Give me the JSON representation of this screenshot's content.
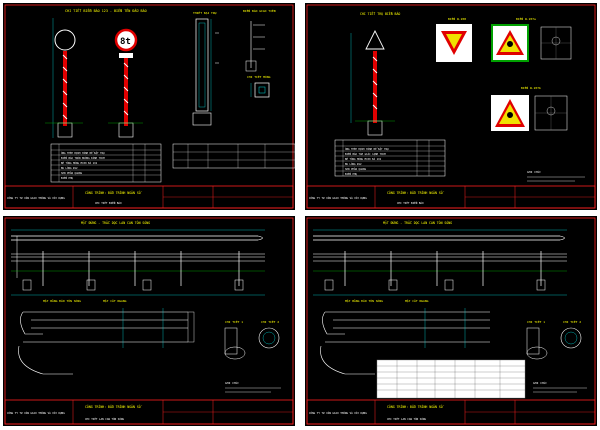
{
  "sheets": [
    {
      "id": "signpost",
      "titles": {
        "main": "CHI TIẾT BIỂN BÁO 123 - BIỂN TÊN ĐẦU BÁO",
        "section": "THIẾT ĐẠI TRỤ",
        "panel": "BIỂN BÁO GIAO TIẾN",
        "detail": "CHI TIẾT MÓNG"
      },
      "sign_text": "8t",
      "table_rows": [
        "ỐNG THÉP ĐỊNH HÌNH ĐỂ ĐẶT TRỤ",
        "BIỂN BÁO TRÒN ĐƯỜNG KÍNH 70CM",
        "BÊ TÔNG MÓNG M150 ĐÁ 1X2",
        "BU LÔNG Ø12",
        "SƠN PHẢN QUANG",
        "BIỂN PHỤ"
      ],
      "footer": {
        "project": "CÔNG TRÌNH: ĐẦU TRÌNH NGĂN SỐ",
        "company": "CÔNG TY TƯ VẤN GIAO THÔNG VÀ XÂY DỰNG",
        "drawing": "CHI TIẾT BIỂN BÁO"
      }
    },
    {
      "id": "warning-sign",
      "titles": {
        "main": "CHI TIẾT TRỤ BIỂN BÁO",
        "panel_a": "BIỂN W.208",
        "panel_b": "BIỂN W.207a",
        "panel_c": "BIỂN W.207b"
      },
      "notes_label": "GHI CHÚ:",
      "table_rows": [
        "ỐNG THÉP ĐỊNH HÌNH ĐỂ ĐẶT TRỤ",
        "BIỂN BÁO TAM GIÁC CẠNH 70CM",
        "BÊ TÔNG MÓNG M150 ĐÁ 1X2",
        "BU LÔNG Ø12",
        "SƠN PHẢN QUANG",
        "BIỂN PHỤ"
      ],
      "footer": {
        "project": "CÔNG TRÌNH: ĐẦU TRÌNH NGĂN SỐ",
        "company": "CÔNG TY TƯ VẤN GIAO THÔNG VÀ XÂY DỰNG",
        "drawing": "CHI TIẾT BIỂN BÁO"
      }
    },
    {
      "id": "guardrail-a",
      "titles": {
        "main": "MẶT ĐỨNG - TRẮC DỌC LAN CAN TÔN SÓNG",
        "plan": "MẶT BẰNG ĐẦU TÔN SÓNG",
        "section": "MẶT CẮT NGANG",
        "detail1": "CHI TIẾT 1",
        "detail2": "CHI TIẾT 2"
      },
      "notes_label": "GHI CHÚ:",
      "footer": {
        "project": "CÔNG TRÌNH: ĐẦU TRÌNH NGĂN SỐ",
        "company": "CÔNG TY TƯ VẤN GIAO THÔNG VÀ XÂY DỰNG",
        "drawing": "CHI TIẾT LAN CAN TÔN SÓNG"
      }
    },
    {
      "id": "guardrail-b",
      "titles": {
        "main": "MẶT ĐỨNG - TRẮC DỌC LAN CAN TÔN SÓNG",
        "plan": "MẶT BẰNG ĐẦU TÔN SÓNG",
        "section": "MẶT CẮT NGANG",
        "detail1": "CHI TIẾT 1",
        "detail2": "CHI TIẾT 2"
      },
      "notes_label": "GHI CHÚ:",
      "footer": {
        "project": "CÔNG TRÌNH: ĐẦU TRÌNH NGĂN SỐ",
        "company": "CÔNG TY TƯ VẤN GIAO THÔNG VÀ XÂY DỰNG",
        "drawing": "CHI TIẾT LAN CAN TÔN SÓNG"
      }
    }
  ],
  "colors": {
    "background": "#000000",
    "frame": "#ff2020",
    "line": "#ffffff",
    "dimension": "#00d8d8",
    "title": "#ffff00",
    "construction": "#00c000",
    "sign_red": "#e00000",
    "sign_yellow": "#f0e000",
    "sign_white": "#ffffff"
  }
}
